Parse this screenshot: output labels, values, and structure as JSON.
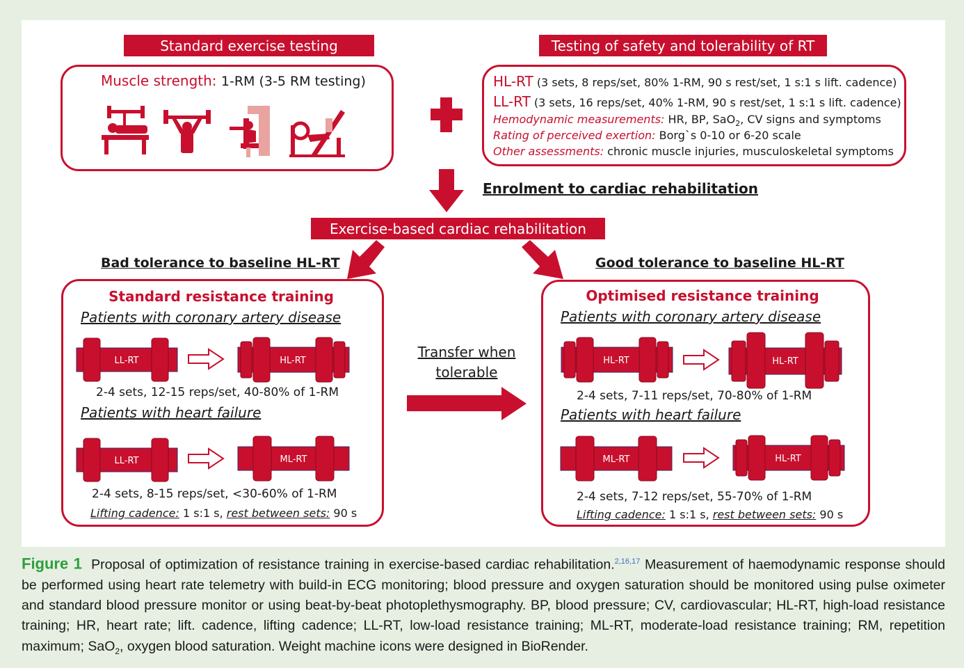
{
  "headers": {
    "standard_testing": "Standard exercise testing",
    "safety_testing": "Testing of safety and tolerability of RT",
    "enrolment": "Enrolment to cardiac rehabilitation",
    "exercise_based": "Exercise-based cardiac rehabilitation",
    "bad_tolerance": "Bad tolerance to baseline HL-RT",
    "good_tolerance": "Good tolerance to baseline HL-RT",
    "transfer_line1": "Transfer when",
    "transfer_line2": "tolerable"
  },
  "muscle_strength": {
    "label": "Muscle strength:",
    "value": "1-RM (3-5 RM testing)",
    "icons": [
      "bench-press-icon",
      "overhead-press-icon",
      "chest-press-machine-icon",
      "leg-press-machine-icon"
    ]
  },
  "safety_box": {
    "hl_label": "HL-RT",
    "hl_text": "(3 sets, 8 reps/set, 80% 1-RM, 90 s rest/set, 1 s:1 s lift. cadence)",
    "ll_label": "LL-RT",
    "ll_text": "(3 sets, 16 reps/set, 40% 1-RM, 90 s rest/set, 1 s:1 s lift. cadence)",
    "hemo_label": "Hemodynamic measurements:",
    "hemo_text_a": "HR, BP, SaO",
    "hemo_sub": "2",
    "hemo_text_b": ", CV signs and symptoms",
    "borg_label": "Rating of perceived exertion:",
    "borg_text": "Borg`s 0-10 or 6-20 scale",
    "other_label": "Other assessments:",
    "other_text": "chronic muscle injuries, musculoskeletal symptoms"
  },
  "standard_rt": {
    "title": "Standard resistance training",
    "cad_heading": "Patients with coronary artery disease",
    "cad_from": "LL-RT",
    "cad_to": "HL-RT",
    "cad_params": "2-4 sets, 12-15 reps/set, 40-80% of 1-RM",
    "hf_heading": "Patients with heart failure",
    "hf_from": "LL-RT",
    "hf_to": "ML-RT",
    "hf_params": "2-4 sets, 8-15 reps/set, <30-60% of 1-RM",
    "cadence_label": "Lifting cadence:",
    "cadence_value": "1 s:1 s,",
    "rest_label": "rest between sets:",
    "rest_value": "90 s"
  },
  "optimised_rt": {
    "title": "Optimised resistance training",
    "cad_heading": "Patients with coronary artery disease",
    "cad_from": "HL-RT",
    "cad_to": "HL-RT",
    "cad_params": "2-4 sets, 7-11 reps/set, 70-80% of 1-RM",
    "hf_heading": "Patients with heart failure",
    "hf_from": "ML-RT",
    "hf_to": "HL-RT",
    "hf_params": "2-4 sets, 7-12 reps/set, 55-70% of 1-RM",
    "cadence_label": "Lifting cadence:",
    "cadence_value": "1 s:1 s,",
    "rest_label": "rest between sets:",
    "rest_value": "90 s"
  },
  "caption": {
    "label": "Figure 1",
    "lead": "Proposal of optimization of resistance training in exercise-based cardiac rehabilitation.",
    "refs": "2,16,17",
    "body_a": " Measurement of haemodynamic response should be performed using heart rate telemetry with build-in ECG monitoring; blood pressure and oxygen saturation should be monitored using pulse oximeter and standard blood pressure monitor or using beat-by-beat photoplethysmography. BP, blood pressure; CV, cardiovascular; HL-RT, high-load resistance training; HR, heart rate; lift. cadence, lifting cadence; LL-RT, low-load resistance training; ML-RT, moderate-load resistance training; RM, repetition maximum; SaO",
    "body_sub": "2",
    "body_b": ", oxygen blood saturation. Weight machine icons were designed in BioRender."
  },
  "colors": {
    "red": "#c8102e",
    "dark_red": "#9e0a1e",
    "background": "#e7efe2",
    "caption_label": "#2f9e3e"
  }
}
